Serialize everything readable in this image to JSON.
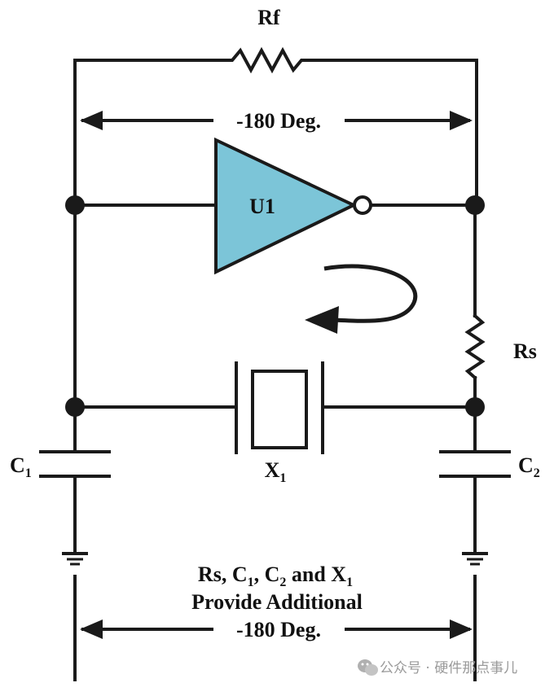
{
  "labels": {
    "rf": "Rf",
    "top_phase": "-180 Deg.",
    "u1": "U1",
    "rs": "Rs",
    "c1": "C",
    "c1_sub": "1",
    "c2": "C",
    "c2_sub": "2",
    "x1": "X",
    "x1_sub": "1",
    "note_line1_a": "Rs, C",
    "note_line1_sub1": "1",
    "note_line1_b": ", C",
    "note_line1_sub2": "2",
    "note_line1_c": " and X",
    "note_line1_sub3": "1",
    "note_line2": "Provide Additional",
    "bottom_phase": "-180 Deg."
  },
  "watermark": {
    "icon": "wechat-icon",
    "text": "公众号 · 硬件那点事儿"
  },
  "colors": {
    "line": "#1a1a1a",
    "inverter_fill": "#7cc5d8",
    "background": "#ffffff"
  }
}
